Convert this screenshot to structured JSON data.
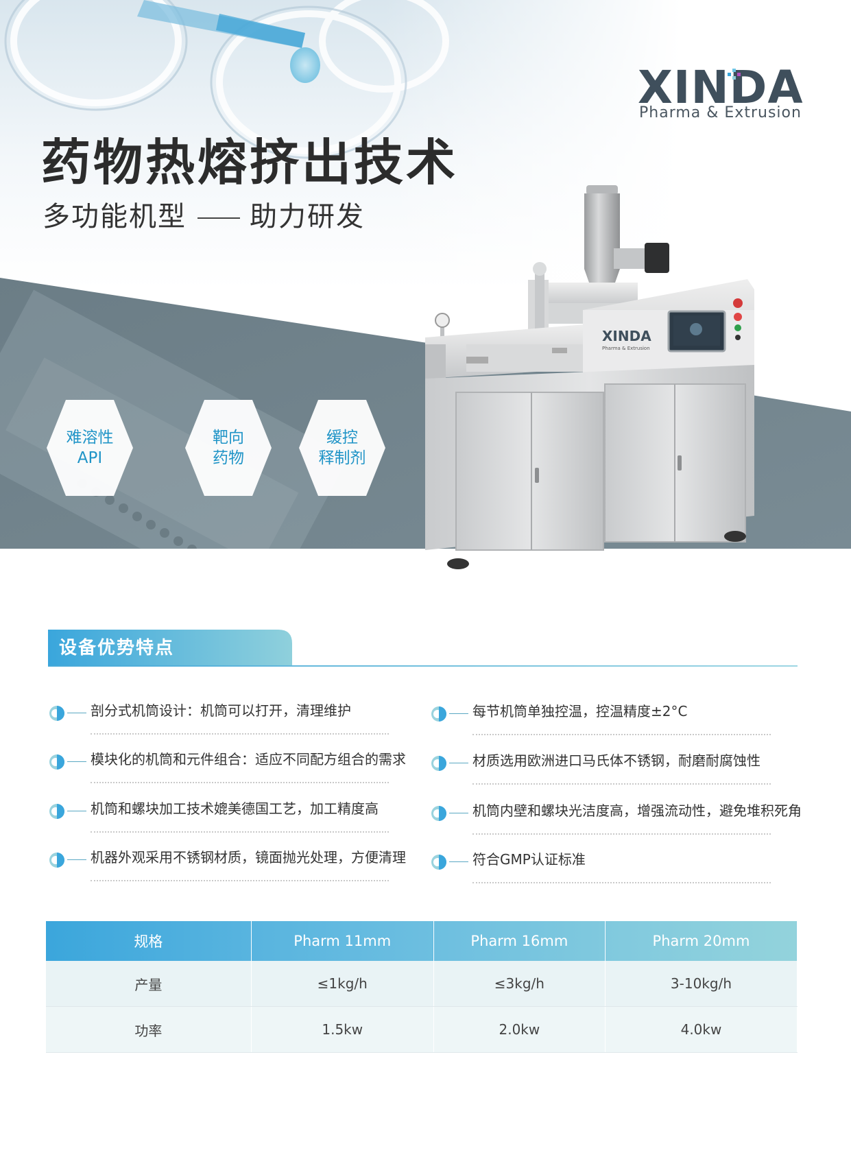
{
  "brand": {
    "logo_word": "XINDA",
    "logo_sub": "Pharma & Extrusion"
  },
  "hero": {
    "title": "药物热熔挤出技术",
    "subtitle_left": "多功能机型",
    "subtitle_right": "助力研发"
  },
  "badges": [
    {
      "line1": "难溶性",
      "line2": "API"
    },
    {
      "line1": "靶向",
      "line2": "药物"
    },
    {
      "line1": "缓控",
      "line2": "释制剂"
    }
  ],
  "machine": {
    "panel_logo": "XINDA",
    "panel_sub": "Pharma & Extrusion"
  },
  "features": {
    "title": "设备优势特点",
    "items": [
      "剖分式机筒设计：机筒可以打开，清理维护",
      "每节机筒单独控温，控温精度±2°C",
      "模块化的机筒和元件组合：适应不同配方组合的需求",
      "材质选用欧洲进口马氏体不锈钢，耐磨耐腐蚀性",
      "机筒和螺块加工技术媲美德国工艺，加工精度高",
      "机筒内壁和螺块光洁度高，增强流动性，避免堆积死角",
      "机器外观采用不锈钢材质，镜面抛光处理，方便清理",
      "符合GMP认证标准"
    ]
  },
  "spec": {
    "headers": [
      "规格",
      "Pharm 11mm",
      "Pharm 16mm",
      "Pharm 20mm"
    ],
    "rows": [
      [
        "产量",
        "≤1kg/h",
        "≤3kg/h",
        "3-10kg/h"
      ],
      [
        "功率",
        "1.5kw",
        "2.0kw",
        "4.0kw"
      ]
    ]
  },
  "colors": {
    "accent_blue": "#3aa6dc",
    "accent_teal": "#8fd0dc",
    "band_gray": "#6f818a",
    "title_dark": "#2c2c2c"
  }
}
